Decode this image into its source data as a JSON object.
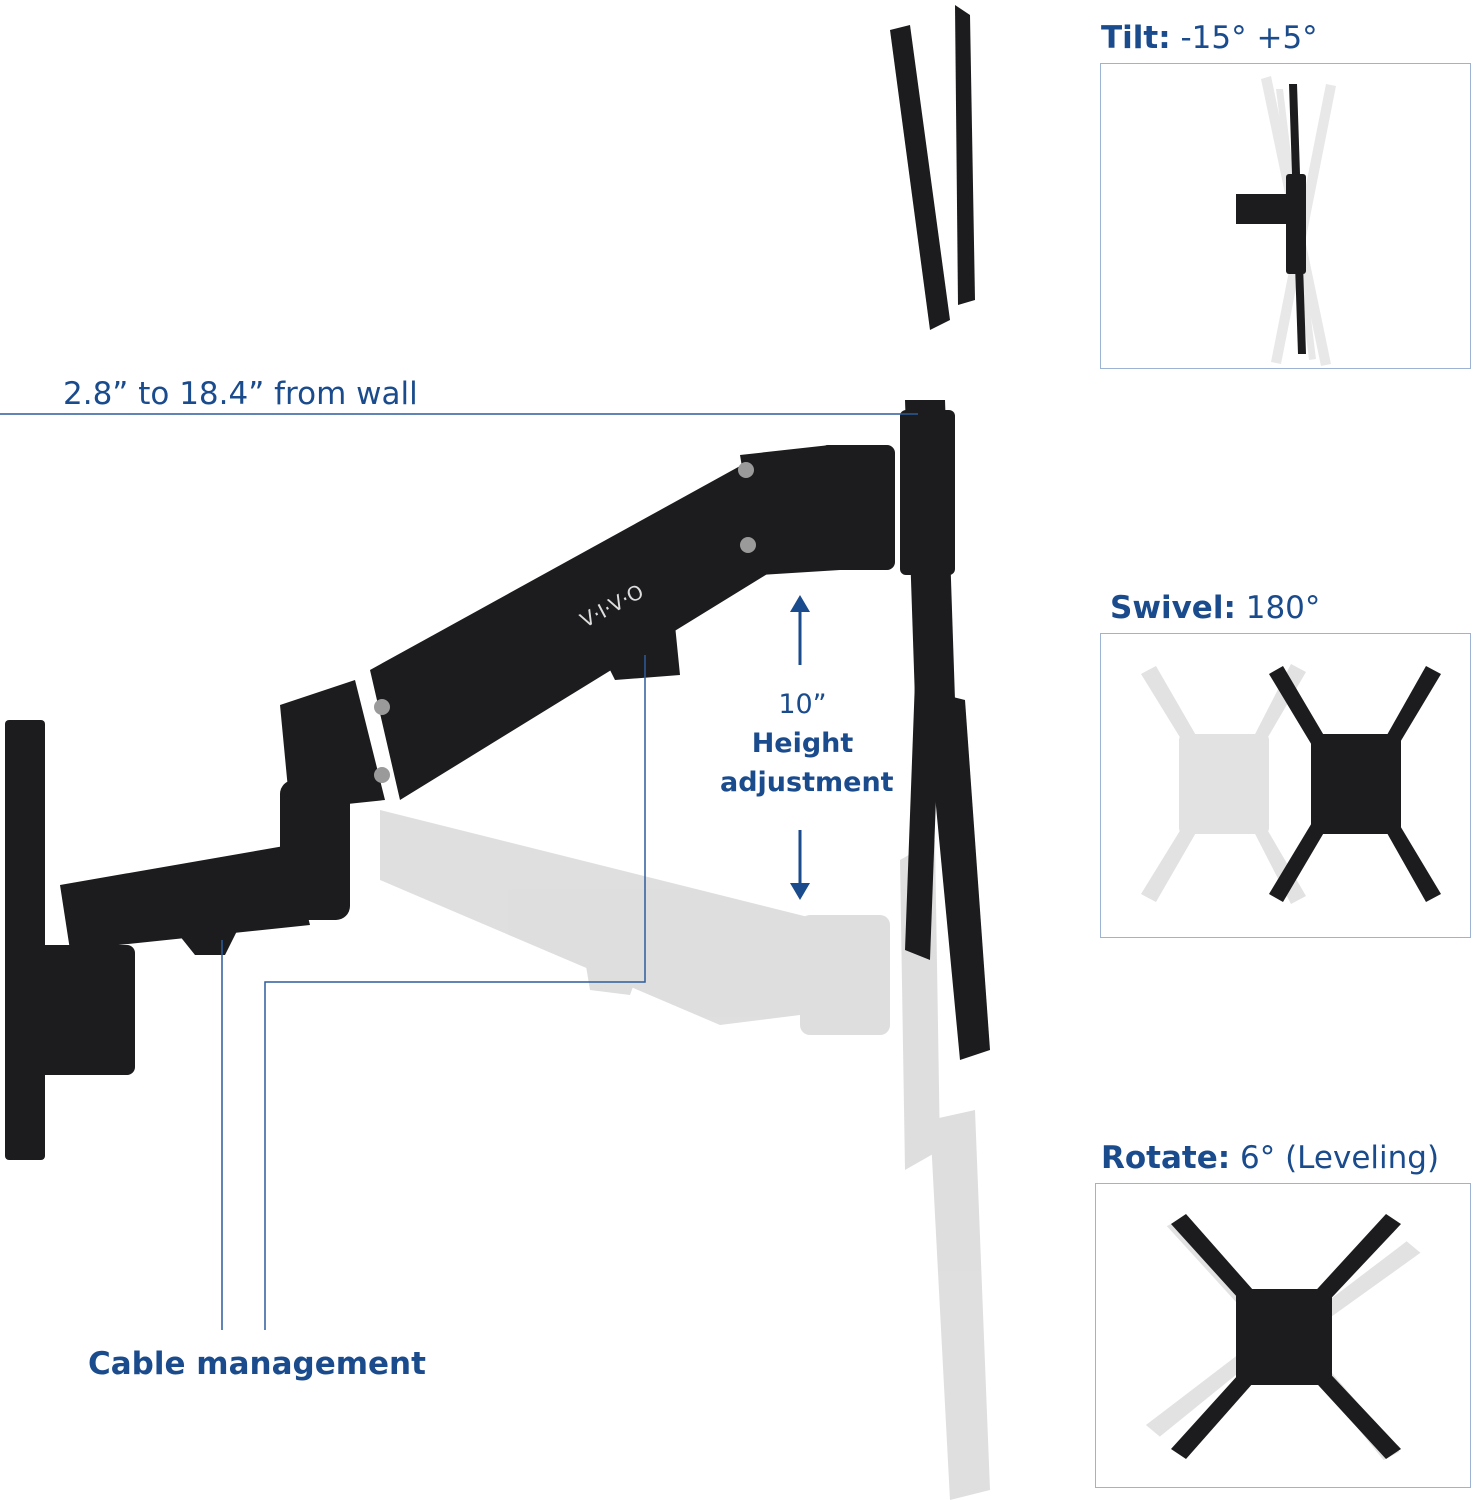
{
  "distance_label": "2.8” to 18.4” from wall",
  "height": {
    "value": "10”",
    "line1": "Height",
    "line2": "adjustment"
  },
  "cable_label": "Cable management",
  "brand": "V·I·V·O",
  "specs": {
    "tilt": {
      "name": "Tilt:",
      "value": "-15° +5°"
    },
    "swivel": {
      "name": "Swivel:",
      "value": "180°"
    },
    "rotate": {
      "name": "Rotate:",
      "value": "6° (Leveling)"
    }
  },
  "colors": {
    "accent": "#1a4b8c",
    "arm": "#1c1c1e",
    "ghost": "#d0d0d0"
  }
}
